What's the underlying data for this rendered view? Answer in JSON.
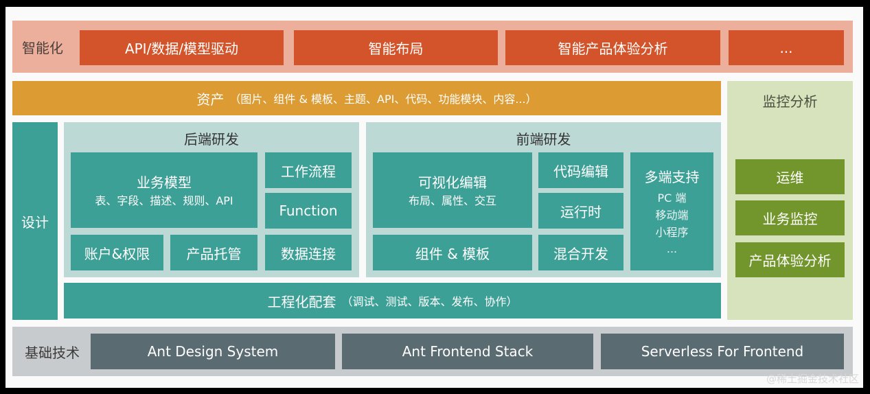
{
  "intelligence": {
    "label": "智能化",
    "items": [
      "API/数据/模型驱动",
      "智能布局",
      "智能产品体验分析",
      "..."
    ]
  },
  "assets": {
    "label": "资产",
    "detail": "（图片、组件 & 模板、主题、API、代码、功能模块、内容...）"
  },
  "monitoring": {
    "title": "监控分析",
    "items": [
      "运维",
      "业务监控",
      "产品体验分析"
    ]
  },
  "design": {
    "label": "设计"
  },
  "backend": {
    "title": "后端研发",
    "business_model": {
      "title": "业务模型",
      "detail": "表、字段、描述、规则、API"
    },
    "workflow": "工作流程",
    "function": "Function",
    "account": "账户&权限",
    "hosting": "产品托管",
    "data_connect": "数据连接"
  },
  "frontend": {
    "title": "前端研发",
    "visual_edit": {
      "title": "可视化编辑",
      "detail": "布局、属性、交互"
    },
    "code_edit": "代码编辑",
    "runtime": "运行时",
    "components": "组件 & 模板",
    "hybrid": "混合开发",
    "multi_end": {
      "title": "多端支持",
      "lines": [
        "PC 端",
        "移动端",
        "小程序",
        "..."
      ]
    }
  },
  "engineering": {
    "label": "工程化配套",
    "detail": "（调试、测试、版本、发布、协作）"
  },
  "foundation": {
    "label": "基础技术",
    "items": [
      "Ant Design System",
      "Ant Frontend Stack",
      "Serverless For Frontend"
    ]
  },
  "watermark": "@稀土掘金技术社区",
  "colors": {
    "ai_band": "#ecaf9c",
    "ai_box": "#d3542a",
    "asset": "#dc9b33",
    "teal": "#3da096",
    "panel": "#bdd9d6",
    "monitor_band": "#d7e3bd",
    "monitor_box": "#72952c",
    "base_band": "#c8cbcd",
    "base_box": "#5a6c72"
  }
}
